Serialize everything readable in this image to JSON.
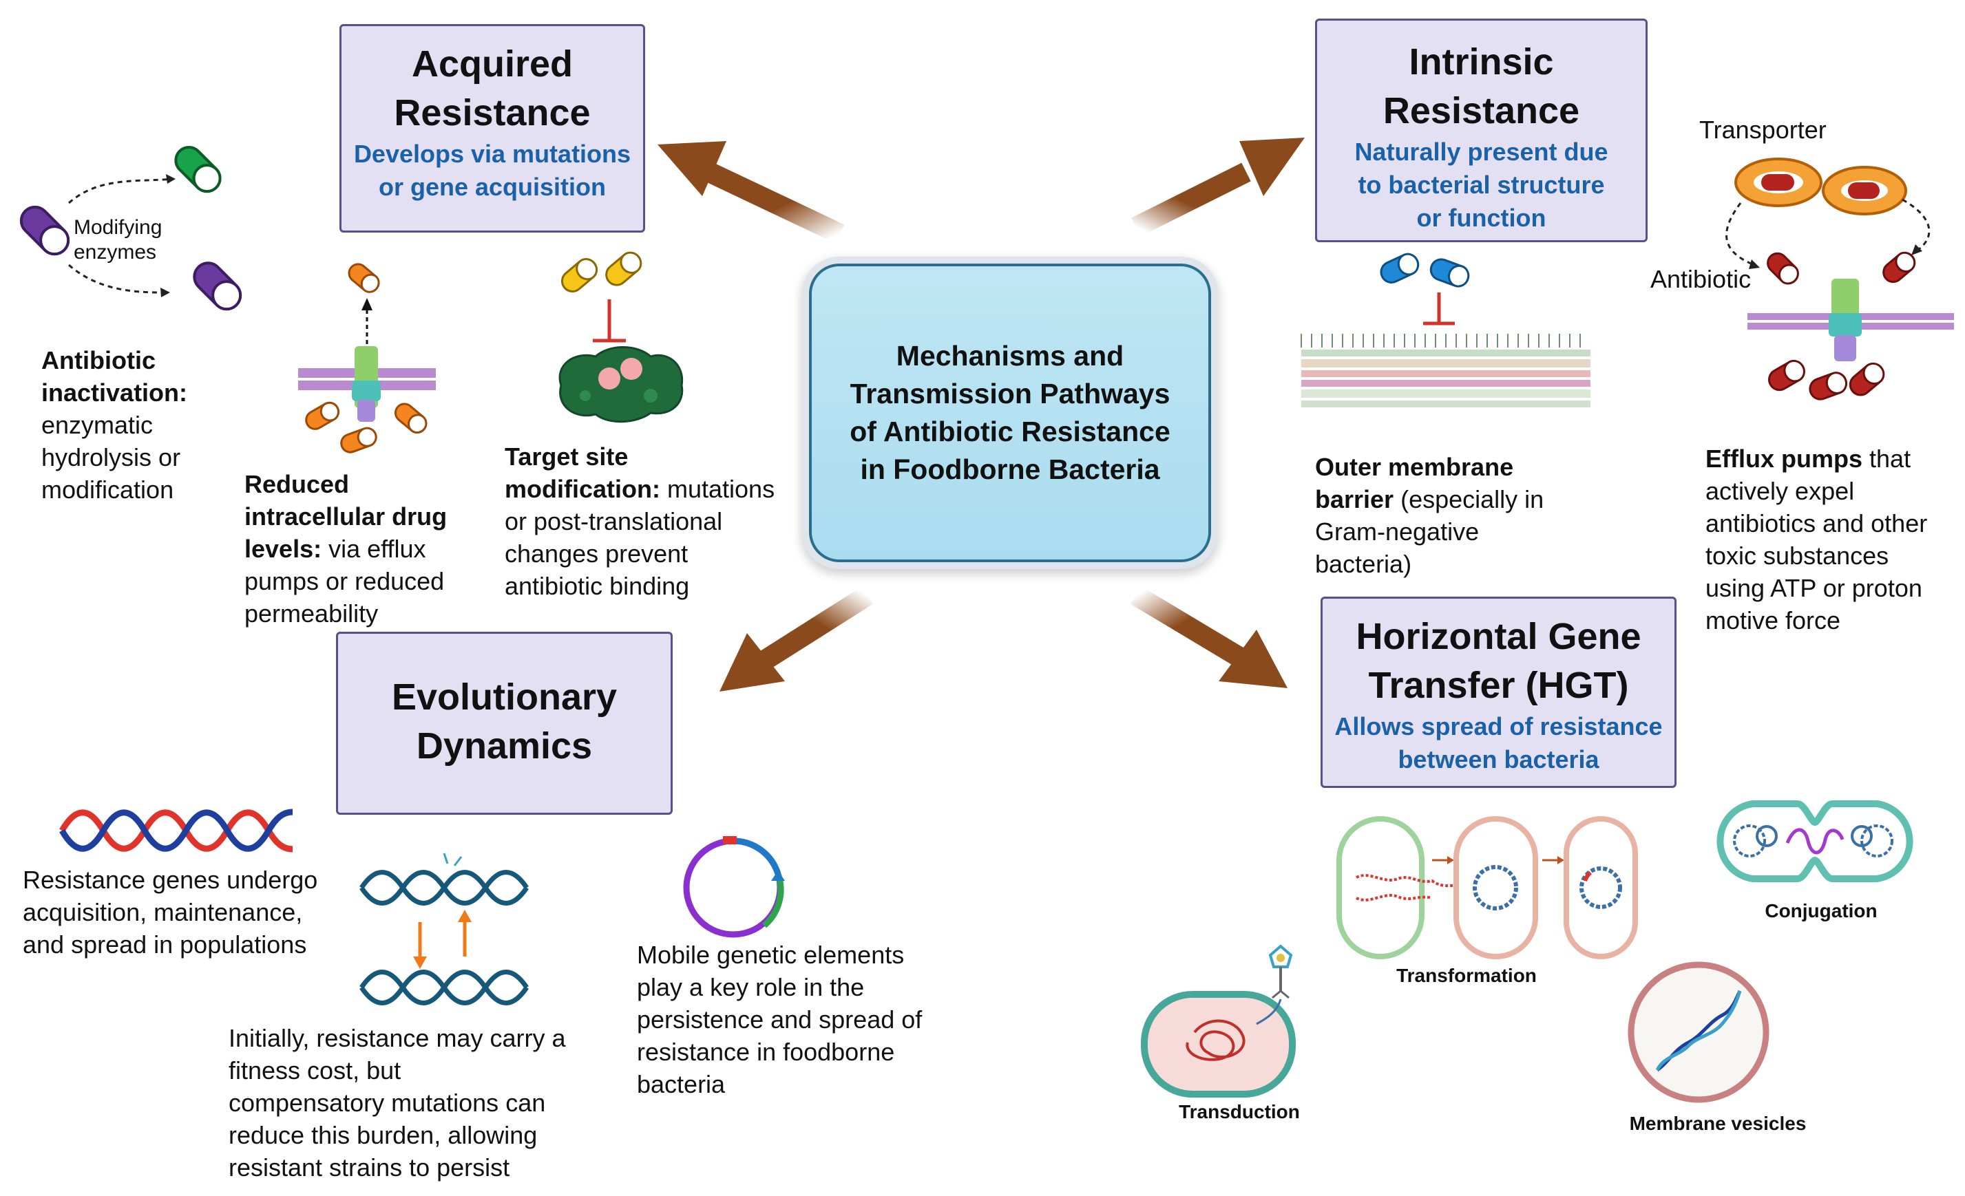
{
  "center": {
    "title": "Mechanisms and Transmission Pathways of Antibiotic Resistance in Foodborne Bacteria"
  },
  "acquired": {
    "title_line1": "Acquired",
    "title_line2": "Resistance",
    "sub_line1": "Develops via mutations",
    "sub_line2": "or gene acquisition",
    "modifying_label_line1": "Modifying",
    "modifying_label_line2": "enzymes",
    "inactivation_bold_line1": "Antibiotic",
    "inactivation_bold_line2": "inactivation:",
    "inactivation_text_line1": "enzymatic",
    "inactivation_text_line2": "hydrolysis or",
    "inactivation_text_line3": "modification",
    "reduced_bold_line1": "Reduced",
    "reduced_bold_line2": "intracellular drug",
    "reduced_bold_line3": "levels:",
    "reduced_text_line3": " via efflux",
    "reduced_text_line4": "pumps or reduced",
    "reduced_text_line5": "permeability",
    "target_bold_line1": "Target site",
    "target_bold_line2": "modification:",
    "target_text_line2": " mutations",
    "target_text_line3": "or post-translational",
    "target_text_line4": "changes prevent",
    "target_text_line5": "antibiotic binding"
  },
  "intrinsic": {
    "title_line1": "Intrinsic",
    "title_line2": "Resistance",
    "sub_line1": "Naturally present due",
    "sub_line2": "to bacterial structure",
    "sub_line3": "or function",
    "transporter_label": "Transporter",
    "antibiotic_label": "Antibiotic",
    "outer_bold_line1": "Outer membrane",
    "outer_bold_line2": "barrier",
    "outer_text_line2": " (especially in",
    "outer_text_line3": "Gram-negative",
    "outer_text_line4": "bacteria)",
    "efflux_bold": "Efflux pumps",
    "efflux_text_line1": " that",
    "efflux_text_line2": "actively expel",
    "efflux_text_line3": "antibiotics and other",
    "efflux_text_line4": "toxic substances",
    "efflux_text_line5": "using ATP or proton",
    "efflux_text_line6": "motive force"
  },
  "evolutionary": {
    "title_line1": "Evolutionary",
    "title_line2": "Dynamics",
    "genes_line1": "Resistance genes undergo",
    "genes_line2": "acquisition, maintenance,",
    "genes_line3": "and spread in populations",
    "fitness_line1": "Initially, resistance may carry a",
    "fitness_line2": "fitness cost, but",
    "fitness_line3": "compensatory mutations can",
    "fitness_line4": "reduce this burden, allowing",
    "fitness_line5": "resistant strains to persist",
    "mobile_line1": "Mobile genetic elements",
    "mobile_line2": "play a key role in the",
    "mobile_line3": "persistence and spread of",
    "mobile_line4": "resistance in foodborne",
    "mobile_line5": "bacteria"
  },
  "hgt": {
    "title_line1": "Horizontal Gene",
    "title_line2": "Transfer (HGT)",
    "sub_line1": "Allows spread of resistance",
    "sub_line2": "between bacteria",
    "conjugation": "Conjugation",
    "transformation": "Transformation",
    "transduction": "Transduction",
    "vesicles": "Membrane vesicles"
  },
  "colors": {
    "box_fill": "#e4e0f3",
    "box_border": "#5a4e8c",
    "subtitle_blue": "#1a61a8",
    "arrow_brown": "#8b4a1c",
    "center_fill": "#b5e1f2"
  }
}
